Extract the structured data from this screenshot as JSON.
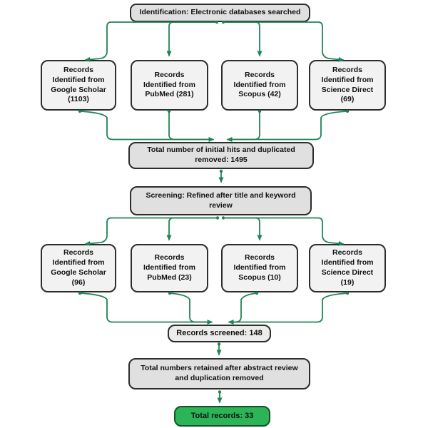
{
  "diagram_type": "prisma-flowchart",
  "nodes": {
    "identification": "Identification: Electronic databases searched",
    "row1_google": "Records\nIdentified from\nGoogle Scholar\n(1103)",
    "row1_pubmed": "Records\nIdentified from\nPubMed (281)",
    "row1_scopus": "Records\nIdentified from\nScopus (42)",
    "row1_sciencedirect": "Records\nIdentified from\nScience Direct\n(69)",
    "total_hits": "Total number of initial hits and duplicated\nremoved:  1495",
    "screening": "Screening: Refined after title and keyword\nreview",
    "row2_google": "Records\nIdentified from\nGoogle Scholar\n(96)",
    "row2_pubmed": "Records\nIdentified from\nPubMed (23)",
    "row2_scopus": "Records\nIdentified from\nScopus (10)",
    "row2_sciencedirect": "Records\nIdentified from\nScience Direct\n(19)",
    "records_screened": "Records screened: 148",
    "retained": "Total numbers retained after abstract review\nand duplication removed",
    "total_records": "Total records: 33"
  },
  "counts": {
    "google_scholar_initial": 1103,
    "pubmed_initial": 281,
    "scopus_initial": 42,
    "science_direct_initial": 69,
    "total_initial_hits": 1495,
    "google_scholar_refined": 96,
    "pubmed_refined": 23,
    "scopus_refined": 10,
    "science_direct_refined": 19,
    "records_screened": 148,
    "total_records": 33
  },
  "edges": [
    {
      "from": "identification",
      "to": "row1_google"
    },
    {
      "from": "identification",
      "to": "row1_pubmed"
    },
    {
      "from": "identification",
      "to": "row1_scopus"
    },
    {
      "from": "identification",
      "to": "row1_sciencedirect"
    },
    {
      "from": "row1_google",
      "to": "total_hits"
    },
    {
      "from": "row1_pubmed",
      "to": "total_hits"
    },
    {
      "from": "row1_scopus",
      "to": "total_hits"
    },
    {
      "from": "row1_sciencedirect",
      "to": "total_hits"
    },
    {
      "from": "total_hits",
      "to": "screening"
    },
    {
      "from": "screening",
      "to": "row2_google"
    },
    {
      "from": "screening",
      "to": "row2_pubmed"
    },
    {
      "from": "screening",
      "to": "row2_scopus"
    },
    {
      "from": "screening",
      "to": "row2_sciencedirect"
    },
    {
      "from": "row2_google",
      "to": "records_screened"
    },
    {
      "from": "row2_pubmed",
      "to": "records_screened"
    },
    {
      "from": "row2_scopus",
      "to": "records_screened"
    },
    {
      "from": "row2_sciencedirect",
      "to": "records_screened"
    },
    {
      "from": "records_screened",
      "to": "retained"
    },
    {
      "from": "retained",
      "to": "total_records"
    }
  ],
  "colors": {
    "edge_green": "#1e8455",
    "node_border": "#2d2d2d",
    "header_fill": "#e0e0e0",
    "record_fill": "#f2f2f2",
    "accent_green_fill": "#2cb558",
    "accent_green_border": "#17502a",
    "text": "#111111"
  }
}
